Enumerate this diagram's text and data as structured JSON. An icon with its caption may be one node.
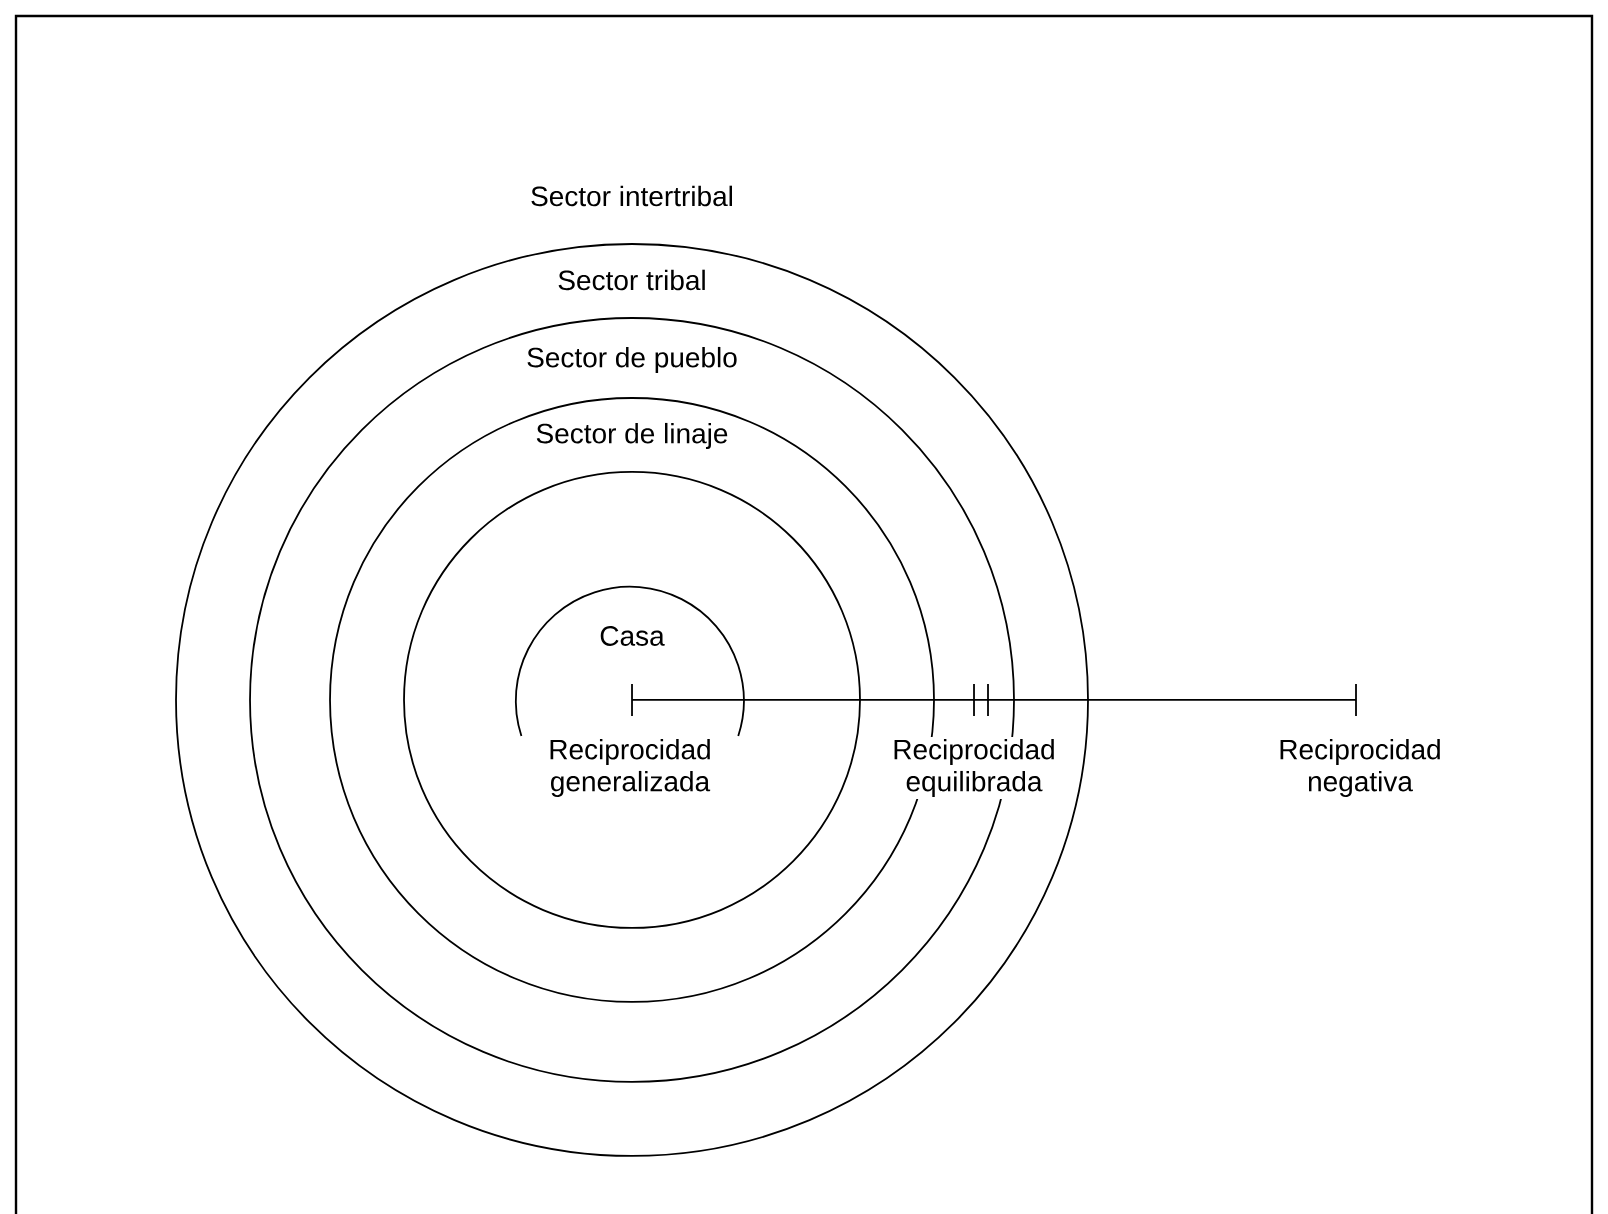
{
  "diagram": {
    "nodes": [
      {
        "text": [
          "Sector intertribal"
        ]
      },
      {
        "text": [
          "Sector tribal"
        ],
        "in": 0
      },
      {
        "text": [
          "Sector de pueblo"
        ],
        "in": 1
      },
      {
        "text": [
          "Sector de linaje"
        ],
        "in": 2
      },
      {
        "text": [
          "Casa"
        ],
        "in": 3
      }
    ],
    "edges": [],
    "labels": [
      "Reciprocidad generalizada",
      "Reciprocidad equilibrada",
      "Reciprocidad negativa"
    ]
  }
}
